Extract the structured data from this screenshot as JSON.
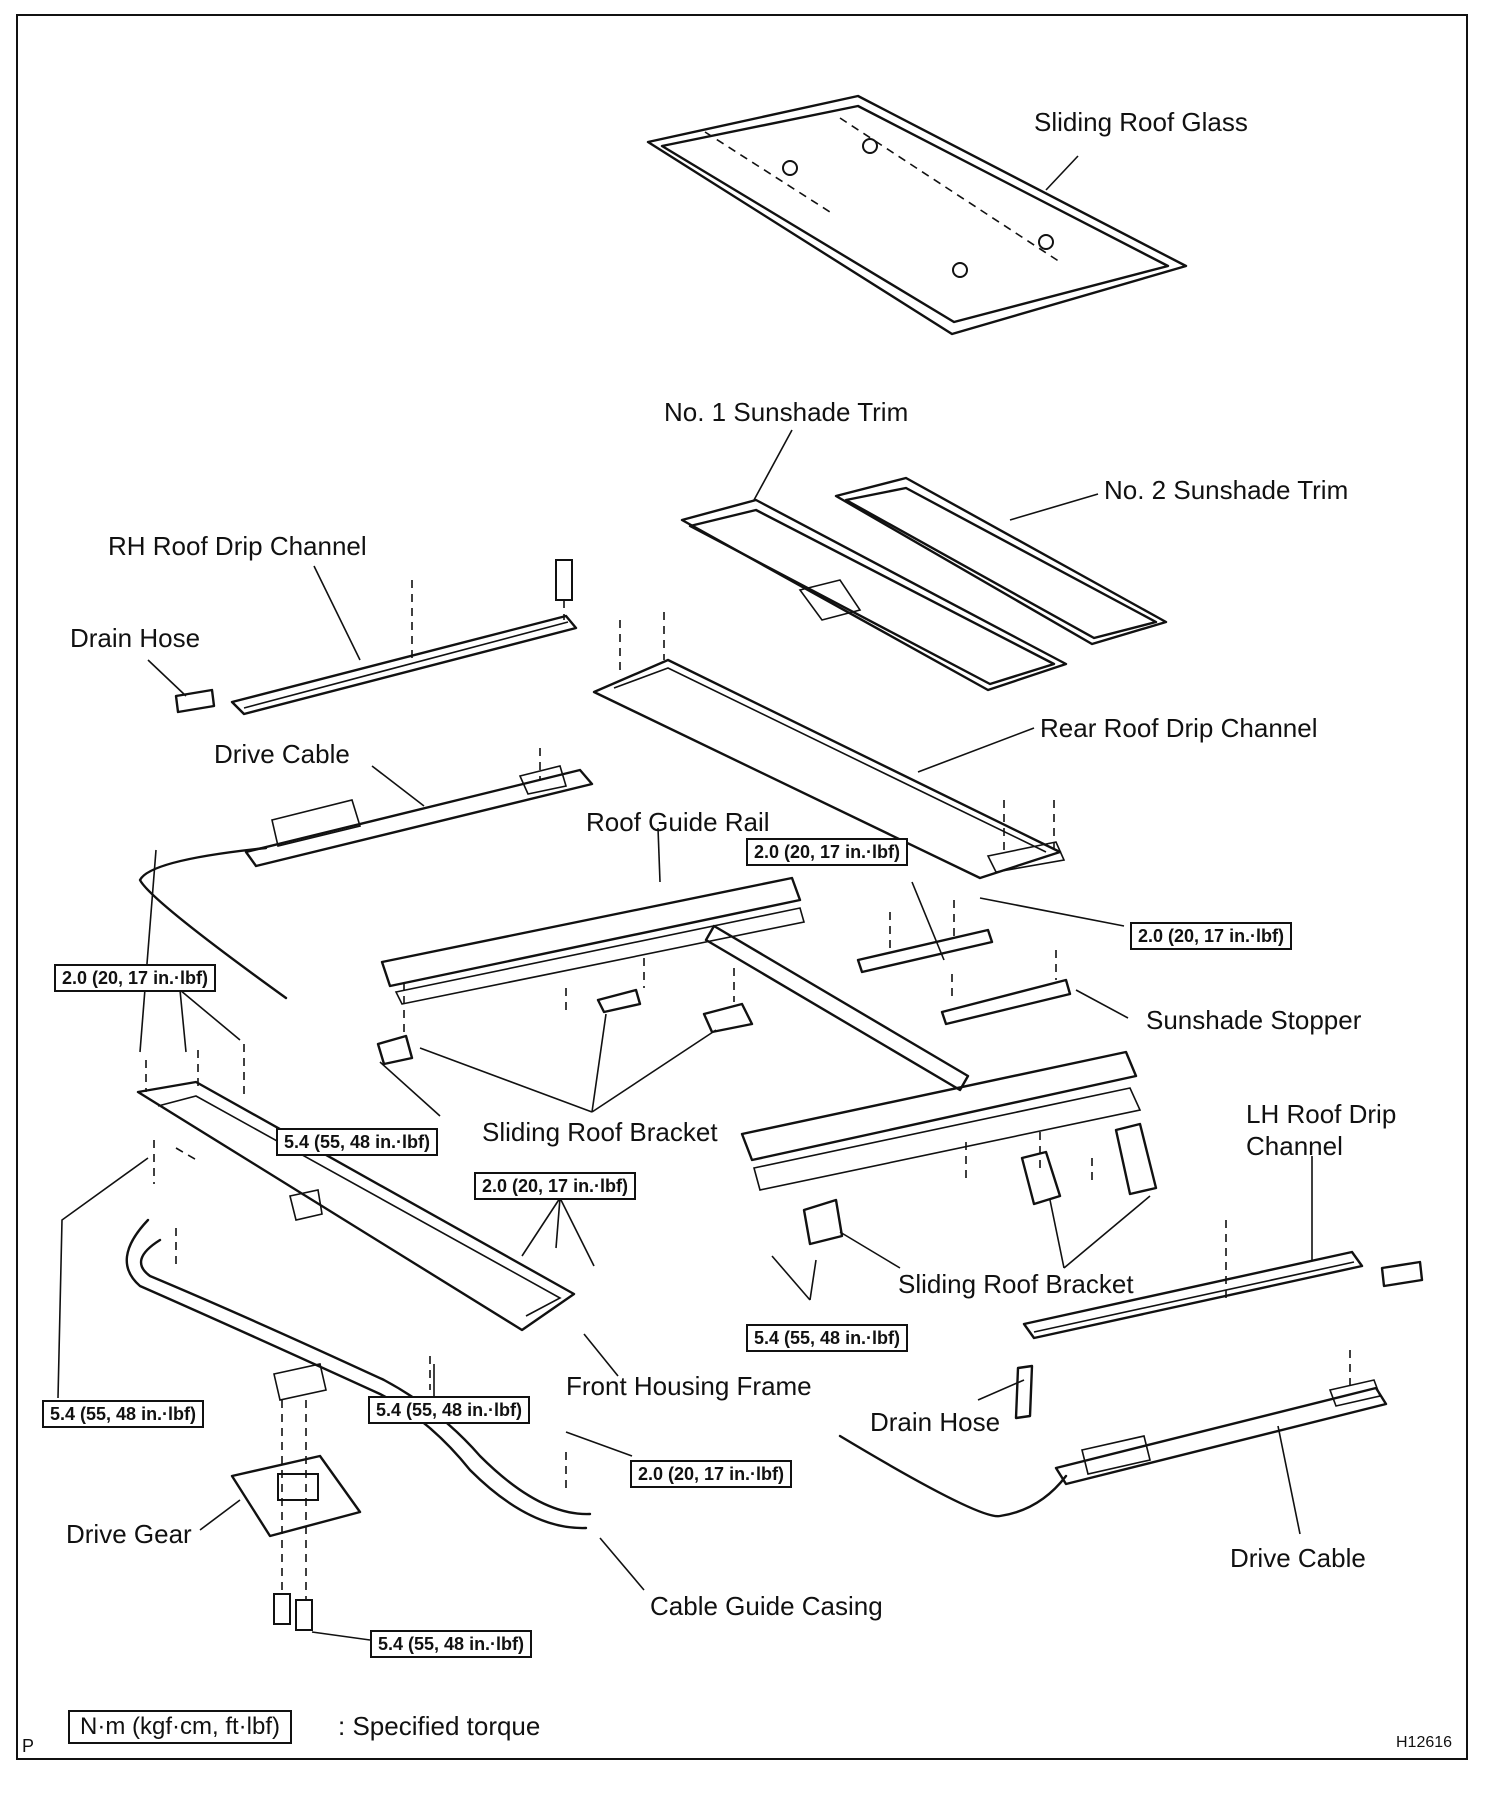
{
  "labels": {
    "sliding_roof_glass": "Sliding Roof Glass",
    "no1_sunshade_trim": "No. 1 Sunshade Trim",
    "no2_sunshade_trim": "No. 2 Sunshade Trim",
    "rh_roof_drip_channel": "RH Roof Drip Channel",
    "drain_hose_left": "Drain Hose",
    "drive_cable_left": "Drive Cable",
    "rear_roof_drip_channel": "Rear Roof Drip Channel",
    "roof_guide_rail": "Roof Guide Rail",
    "sunshade_stopper": "Sunshade Stopper",
    "sliding_roof_bracket_left": "Sliding Roof Bracket",
    "lh_roof_drip_channel_1": "LH Roof Drip",
    "lh_roof_drip_channel_2": "Channel",
    "sliding_roof_bracket_right": "Sliding Roof Bracket",
    "front_housing_frame": "Front Housing Frame",
    "drain_hose_right": "Drain Hose",
    "drive_gear": "Drive Gear",
    "drive_cable_right": "Drive Cable",
    "cable_guide_casing": "Cable Guide Casing"
  },
  "torques": {
    "t1": "2.0 (20, 17 in.·lbf)",
    "t2": "2.0 (20, 17 in.·lbf)",
    "t3": "2.0 (20, 17 in.·lbf)",
    "t4": "5.4 (55, 48 in.·lbf)",
    "t5": "2.0 (20, 17 in.·lbf)",
    "t6": "5.4 (55, 48 in.·lbf)",
    "t7": "5.4 (55, 48 in.·lbf)",
    "t8": "5.4 (55, 48 in.·lbf)",
    "t9": "2.0 (20, 17 in.·lbf)",
    "t10": "5.4 (55, 48 in.·lbf)"
  },
  "legend": {
    "unit": "N·m (kgf·cm, ft·lbf)",
    "text": ": Specified torque"
  },
  "corner_mark": "P",
  "figure_code": "H12616"
}
